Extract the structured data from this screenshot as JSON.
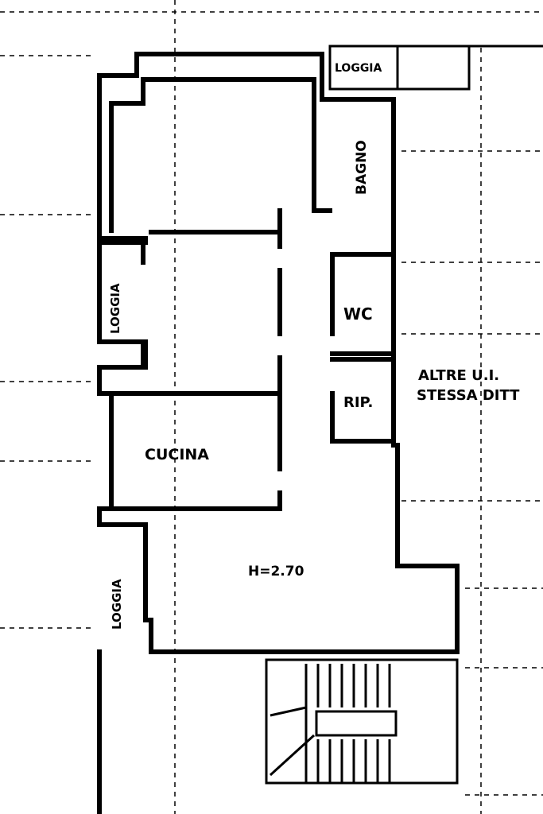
{
  "rooms": {
    "loggia_top": "LOGGIA",
    "bagno": "BAGNO",
    "loggia_left": "LOGGIA",
    "wc": "WC",
    "rip": "RIP.",
    "cucina": "CUCINA",
    "loggia_bottom": "LOGGIA",
    "height": "H=2.70"
  },
  "notes": {
    "line1": "ALTRE U.I.",
    "line2": "STESSA DITT"
  }
}
